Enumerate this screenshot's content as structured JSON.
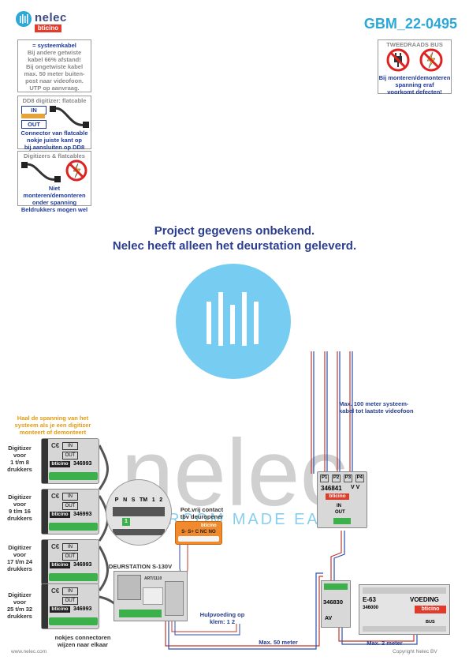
{
  "header": {
    "brand_name": "nelec",
    "brand_sub": "bticino",
    "doc_id": "GBM_22-0495"
  },
  "notes": {
    "systeemkabel": {
      "title": "= systeemkabel",
      "lines": [
        "Bij andere getwiste",
        "kabel 66% afstand!",
        "Bij ongetwiste kabel",
        "max. 50 meter buiten-",
        "post naar videofoon.",
        "UTP op aanvraag."
      ]
    },
    "dd8": {
      "title": "DD8 digitizer: flatcable",
      "in_label": "IN",
      "out_label": "OUT",
      "lines": [
        "Connector van flatcable",
        "nokje juiste kant op",
        "bij aansluiten op DD8"
      ]
    },
    "digitizers": {
      "title": "Digitizers & flatcables",
      "lines": [
        "Niet monteren/demonteren",
        "onder spanning",
        "Beldrukkers mogen wel"
      ]
    },
    "tweedraads": {
      "title": "TWEEDRAADS BUS",
      "lines": [
        "Bij monteren/demonteren",
        "spanning eraf",
        "voorkomt defecten!"
      ]
    }
  },
  "headline": {
    "line1": "Project gegevens onbekend.",
    "line2": "Nelec heeft alleen het deurstation geleverd."
  },
  "watermark": {
    "word": "nelec",
    "tagline": "INTERCOM MADE EASY"
  },
  "digitizer_warning": {
    "lines": [
      "Haal de spanning van het",
      "systeem als je een digitizer",
      "monteert of demonteert"
    ]
  },
  "digitizers": [
    {
      "lines": [
        "Digitizer",
        "voor",
        "1 t/m 8",
        "drukkers"
      ],
      "code": "346993"
    },
    {
      "lines": [
        "Digitizer",
        "voor",
        "9 t/m 16",
        "drukkers"
      ],
      "code": "346993"
    },
    {
      "lines": [
        "Digitizer",
        "voor",
        "17 t/m 24",
        "drukkers"
      ],
      "code": "346993"
    },
    {
      "lines": [
        "Digitizer",
        "voor",
        "25 t/m 32",
        "drukkers"
      ],
      "code": "346993"
    }
  ],
  "digitizer_label": {
    "brand": "bticino",
    "in": "IN",
    "out": "OUT"
  },
  "connector_note": {
    "lines": [
      "nokjes connectoren",
      "wijzen naar elkaar"
    ]
  },
  "terminal_labels": {
    "p": "P",
    "n": "N",
    "s": "S",
    "tm": "TM",
    "j1": "1",
    "j2": "2",
    "jumper": "1"
  },
  "pot_contact": {
    "lines": [
      "Pot.vrij contact",
      "tbv deuropener"
    ],
    "terminals": "S- S+ C NC NO",
    "brand": "bticino"
  },
  "deurstation": {
    "label": "DEURSTATION S-130V",
    "part": "ART/1110"
  },
  "hulpvoeding": {
    "lines": [
      "Hulpvoeding op",
      "klem: 1 2"
    ]
  },
  "max100": {
    "lines": [
      "Max. 100 meter systeem-",
      "kabel tot laatste videofoon"
    ]
  },
  "module_346841": {
    "terminals": [
      "P1",
      "P2",
      "P3",
      "P4"
    ],
    "code": "346841",
    "vv": "V V",
    "brand": "bticino",
    "in": "IN",
    "out": "OUT"
  },
  "module_346830": {
    "code": "346830",
    "av": "AV"
  },
  "voeding": {
    "model": "E-63",
    "label": "VOEDING",
    "code": "346000",
    "brand": "bticino",
    "bus_label": "BUS"
  },
  "distances": {
    "max50": "Max. 50 meter",
    "max2": "Max. 2 meter"
  },
  "footer": {
    "website": "www.nelec.com",
    "copyright": "Copyright Nelec BV"
  },
  "colors": {
    "accent": "#2ba8d8",
    "navy": "#2b3d8f",
    "orange": "#e39a14",
    "wire_red": "#c0392b",
    "wire_blue": "#2a4fb0",
    "terminal_green": "#3cb04a"
  }
}
